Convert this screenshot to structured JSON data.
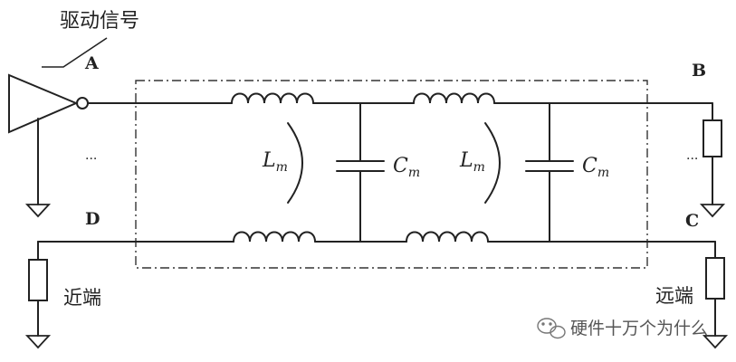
{
  "labels": {
    "drive_signal": "驱动信号",
    "node_a": "A",
    "node_b": "B",
    "node_c": "C",
    "node_d": "D",
    "near_end": "近端",
    "far_end": "远端",
    "dots": "..."
  },
  "components": {
    "mutual_inductance_1": {
      "main": "L",
      "sub": "m"
    },
    "mutual_capacitance_1": {
      "main": "C",
      "sub": "m"
    },
    "mutual_inductance_2": {
      "main": "L",
      "sub": "m"
    },
    "mutual_capacitance_2": {
      "main": "C",
      "sub": "m"
    }
  },
  "watermark": {
    "text": "硬件十万个为什么",
    "icon": "wechat-icon"
  }
}
